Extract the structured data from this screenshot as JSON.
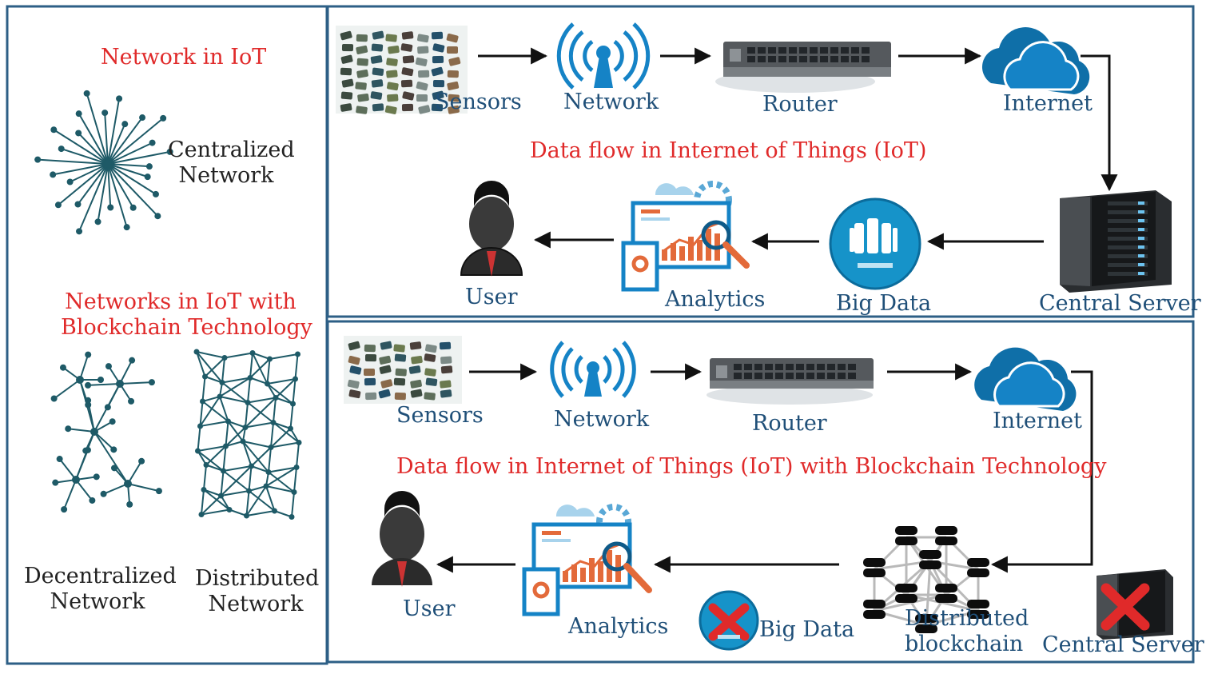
{
  "left_panel": {
    "title_network": "Network in IoT",
    "centralized_label": [
      "Centralized",
      "Network"
    ],
    "title_blockchain": [
      "Networks in IoT with",
      "Blockchain Technology"
    ],
    "decentralized_label": [
      "Decentralized",
      "Network"
    ],
    "distributed_label": [
      "Distributed",
      "Network"
    ]
  },
  "top_flow": {
    "title": "Data flow in Internet of Things (IoT)",
    "sensors": "Sensors",
    "network": "Network",
    "router": "Router",
    "internet": "Internet",
    "central_server": "Central Server",
    "big_data": "Big Data",
    "analytics": "Analytics",
    "user": "User"
  },
  "bottom_flow": {
    "title": "Data flow in Internet of Things (IoT) with Blockchain Technology",
    "sensors": "Sensors",
    "network": "Network",
    "router": "Router",
    "internet": "Internet",
    "distributed_blockchain": [
      "Distributed",
      "blockchain"
    ],
    "central_server": "Central Server",
    "big_data": "Big Data",
    "analytics": "Analytics",
    "user": "User"
  },
  "colors": {
    "border": "#2d5f86",
    "label": "#1f4f78",
    "title_red": "#e02a2a",
    "node_teal": "#1e5a67",
    "icon_blue": "#1583c6",
    "cloud_blue": "#0f6fa8"
  },
  "icons": {
    "sensors": "sensors-collage-icon",
    "network": "wireless-tower-icon",
    "router": "router-device-icon",
    "internet": "cloud-icon",
    "central_server": "server-rack-icon",
    "big_data": "big-data-disc-icon",
    "analytics": "analytics-dashboard-icon",
    "user": "user-silhouette-icon",
    "blockchain": "blockchain-nodes-icon",
    "cross": "cross-mark-icon"
  }
}
